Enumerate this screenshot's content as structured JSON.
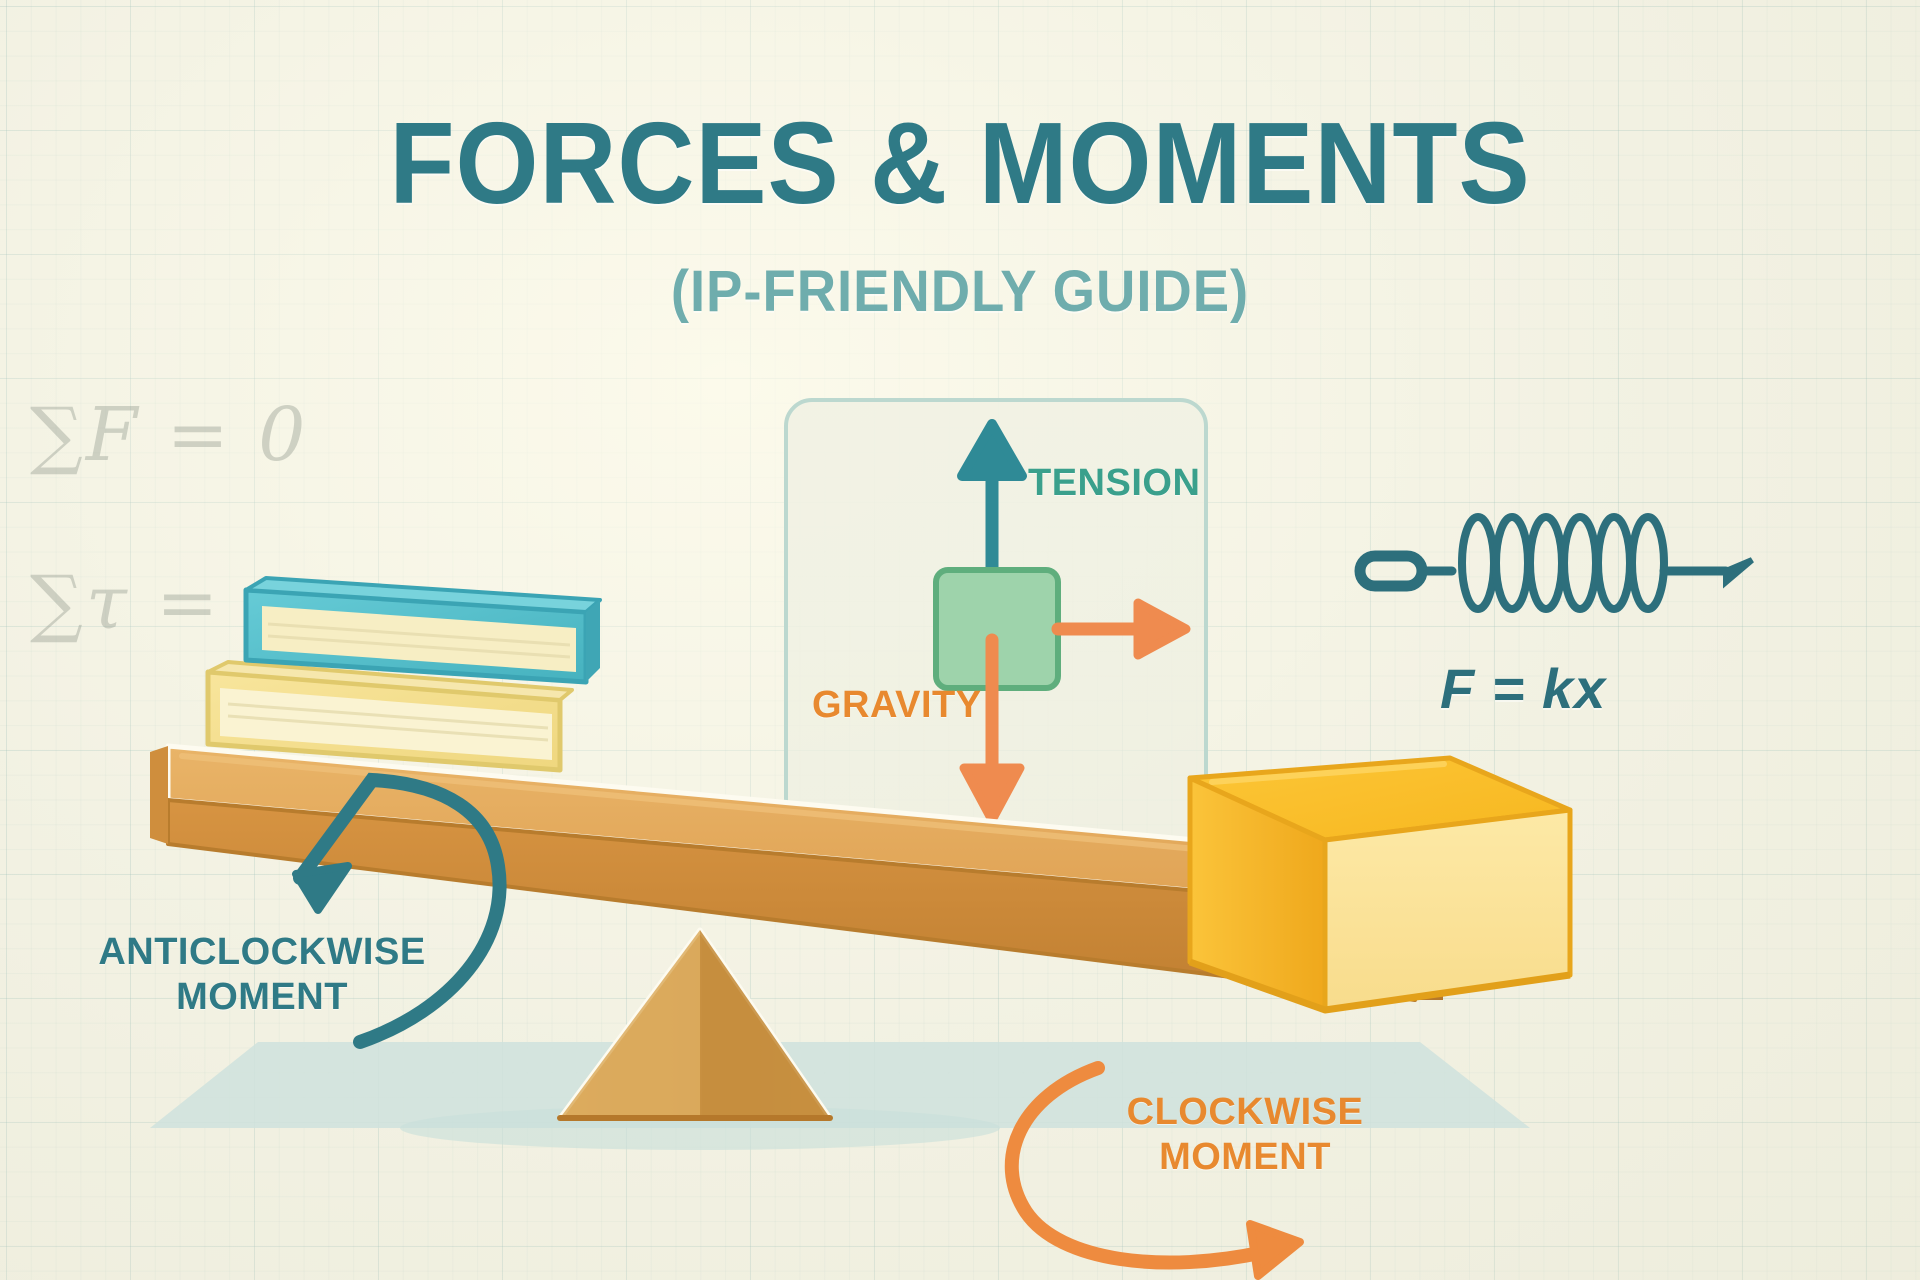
{
  "page": {
    "background_color": "#f2f1e2",
    "grid_color": "#78aaa5"
  },
  "header": {
    "title": "FORCES & MOMENTS",
    "subtitle": "(IP-FRIENDLY GUIDE)",
    "title_color": "#2f7a86",
    "subtitle_color": "#6fadad"
  },
  "chalk_formulas": [
    {
      "text": "∑F = 0",
      "name": "sum-forces-equation"
    },
    {
      "text": "∑τ =",
      "name": "sum-torques-equation"
    }
  ],
  "free_body_panel": {
    "block_color": "#9ed3ab",
    "arrows": [
      {
        "label": "TENSION",
        "direction": "up",
        "color": "#3aa08c"
      },
      {
        "label": "GRAVITY",
        "direction": "down",
        "color": "#e8892f"
      },
      {
        "label": "",
        "direction": "right",
        "color": "#ef8b4f"
      }
    ],
    "tension_label": "TENSION",
    "gravity_label": "GRAVITY"
  },
  "spring": {
    "formula": "F = kx",
    "formula_color": "#2d6f7c",
    "coil_color": "#2d6f7c"
  },
  "moments": {
    "anticlockwise": {
      "line1": "ANTICLOCKWISE",
      "line2": "MOMENT",
      "color": "#2f7a86"
    },
    "clockwise": {
      "line1": "CLOCKWISE",
      "line2": "MOMENT",
      "color": "#e8892f"
    }
  },
  "lever": {
    "plank_color": "#d79a4a",
    "plank_top_color": "#e0a85c",
    "fulcrum_color": "#cf9a50",
    "shadow_color": "#cfe2dd"
  },
  "books": [
    {
      "cover_color": "#5bc2cf",
      "pages_color": "#f7eec4",
      "name": "book-top-teal"
    },
    {
      "cover_color": "#f3dd8e",
      "pages_color": "#faf3d2",
      "name": "book-bottom-cream"
    }
  ],
  "box": {
    "top_color": "#fbbf33",
    "front_color": "#fde18a",
    "side_color": "#f0a81f",
    "name": "yellow-crate"
  }
}
